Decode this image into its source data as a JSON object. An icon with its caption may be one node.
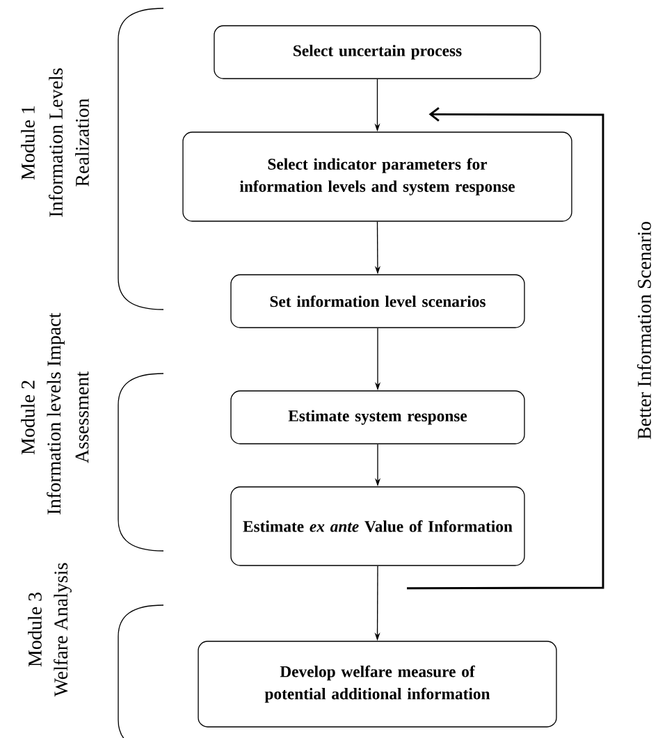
{
  "diagram": {
    "nodes": [
      {
        "text": [
          "Select uncertain process"
        ]
      },
      {
        "text": [
          "Select indicator parameters for information levels and system response"
        ]
      },
      {
        "text": [
          "Set information level scenarios"
        ]
      },
      {
        "text": [
          "Estimate system response"
        ]
      },
      {
        "text": [
          "Estimate *ex ante* Value of Information"
        ]
      },
      {
        "text": [
          "Develop welfare measure of potential additional information"
        ]
      }
    ],
    "edges": [
      {
        "from": 0,
        "to": 1,
        "arrow": "to"
      },
      {
        "from": 1,
        "to": 2,
        "arrow": "to"
      },
      {
        "from": 2,
        "to": 3,
        "arrow": "to"
      },
      {
        "from": 3,
        "to": 4,
        "arrow": "to"
      },
      {
        "from": 4,
        "to": 5,
        "arrow": "to"
      },
      {
        "from": 4,
        "to": 1,
        "arrow": "to",
        "label": "Better Information Scenario",
        "style": "thick"
      }
    ],
    "labels": [
      "Module 1",
      "Information Levels",
      "Realization",
      "Module 2",
      "Information levels Impact",
      "Assessment",
      "Module 3",
      "Welfare Analysis"
    ]
  }
}
